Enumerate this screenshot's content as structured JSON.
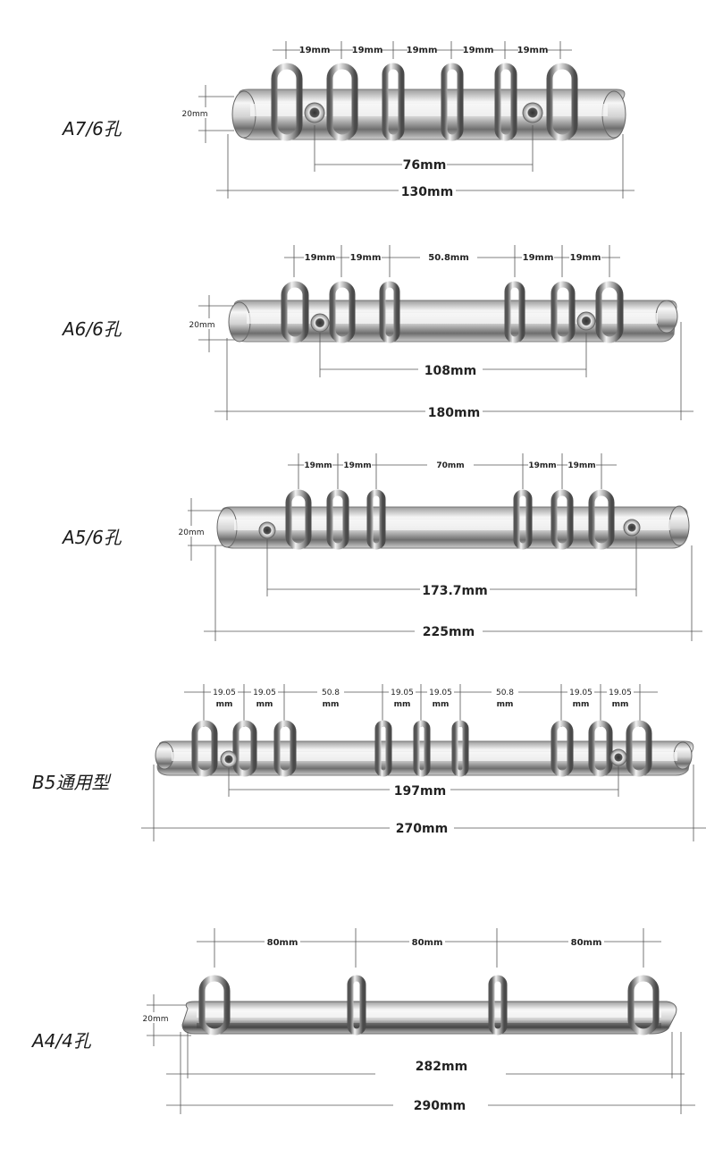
{
  "mechanisms": [
    {
      "format_label": "A7/6孔",
      "ring_spacings": [
        "19mm",
        "19mm",
        "19mm",
        "19mm",
        "19mm"
      ],
      "ring_count": 6,
      "height_label": "20mm",
      "rivet_distance_label": "76mm",
      "total_length_label": "130mm"
    },
    {
      "format_label": "A6/6孔",
      "ring_spacings": [
        "19mm",
        "19mm",
        "50.8mm",
        "19mm",
        "19mm"
      ],
      "ring_count": 6,
      "height_label": "20mm",
      "rivet_distance_label": "108mm",
      "total_length_label": "180mm"
    },
    {
      "format_label": "A5/6孔",
      "ring_spacings": [
        "19mm",
        "19mm",
        "70mm",
        "19mm",
        "19mm"
      ],
      "ring_count": 6,
      "height_label": "20mm",
      "rivet_distance_label": "173.7mm",
      "total_length_label": "225mm"
    },
    {
      "format_label": "B5通用型",
      "ring_spacings": [
        {
          "value": "19.05",
          "unit": "mm"
        },
        {
          "value": "19.05",
          "unit": "mm"
        },
        {
          "value": "50.8",
          "unit": "mm"
        },
        {
          "value": "19.05",
          "unit": "mm"
        },
        {
          "value": "19.05",
          "unit": "mm"
        },
        {
          "value": "50.8",
          "unit": "mm"
        },
        {
          "value": "19.05",
          "unit": "mm"
        },
        {
          "value": "19.05",
          "unit": "mm"
        }
      ],
      "ring_count": 9,
      "rivet_distance_label": "197mm",
      "total_length_label": "270mm"
    },
    {
      "format_label": "A4/4孔",
      "ring_spacings": [
        "80mm",
        "80mm",
        "80mm"
      ],
      "ring_count": 4,
      "height_label": "20mm",
      "rivet_distance_label": "282mm",
      "total_length_label": "290mm"
    }
  ],
  "colors": {
    "background": "#ffffff",
    "metal_light": "#f4f4f4",
    "metal_mid": "#b8b8b8",
    "metal_dark": "#5e5e5e",
    "dimension_line": "#555555",
    "text": "#222222"
  }
}
